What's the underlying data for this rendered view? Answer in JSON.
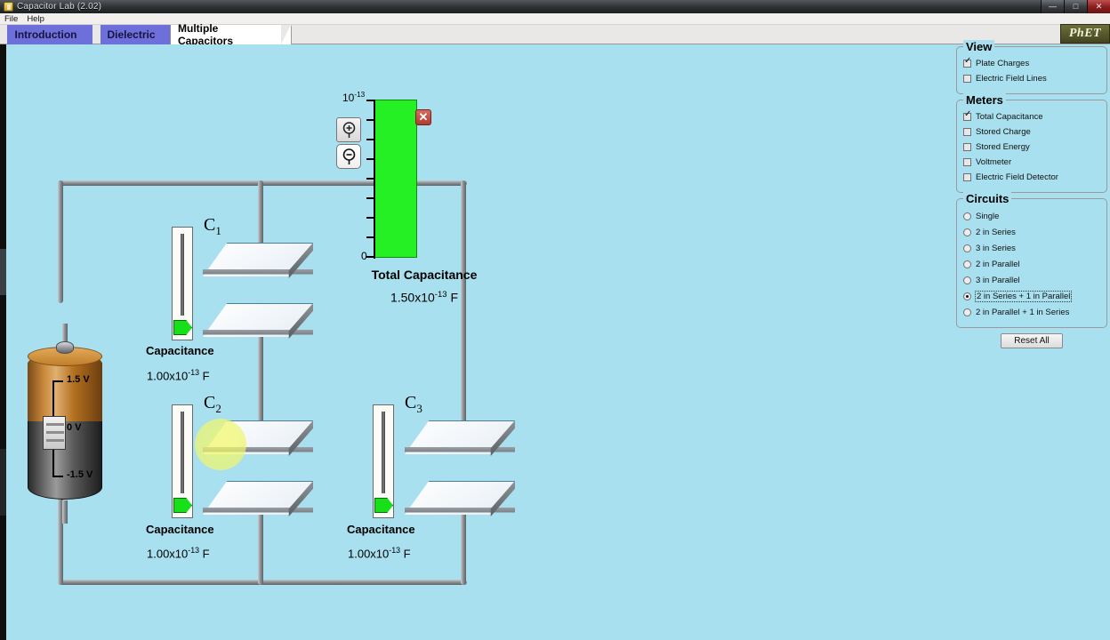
{
  "window": {
    "title": "Capacitor Lab (2.02)",
    "icon": "app-icon",
    "minimize": "—",
    "maximize": "□",
    "close": "✕"
  },
  "menubar": {
    "items": [
      "File",
      "Help"
    ]
  },
  "tabs": [
    {
      "label": "Introduction",
      "active": false
    },
    {
      "label": "Dielectric",
      "active": false
    },
    {
      "label": "Multiple Capacitors",
      "active": true
    }
  ],
  "branding": {
    "logo": "PhET"
  },
  "battery": {
    "labels": {
      "top": "1.5 V",
      "middle": "0 V",
      "bottom": "-1.5 V"
    },
    "value": "0 V"
  },
  "meter": {
    "title": "Total Capacitance",
    "readout": "1.50x10",
    "readout_exp": "-13",
    "readout_unit": "F",
    "axis_top": "10",
    "axis_top_exp": "-13",
    "axis_zero": "0",
    "zoom_in": "zoom-in",
    "zoom_out": "zoom-out",
    "close": "✕",
    "fill_color": "#24f024",
    "fill_fraction": 1.0
  },
  "capacitors": [
    {
      "name": "C",
      "subscript": "1",
      "label": "Capacitance",
      "value": "1.00x10",
      "value_exp": "-13",
      "unit": "F"
    },
    {
      "name": "C",
      "subscript": "2",
      "label": "Capacitance",
      "value": "1.00x10",
      "value_exp": "-13",
      "unit": "F"
    },
    {
      "name": "C",
      "subscript": "3",
      "label": "Capacitance",
      "value": "1.00x10",
      "value_exp": "-13",
      "unit": "F"
    }
  ],
  "panel": {
    "view": {
      "title": "View",
      "items": [
        {
          "label": "Plate Charges",
          "checked": true
        },
        {
          "label": "Electric Field Lines",
          "checked": false
        }
      ]
    },
    "meters": {
      "title": "Meters",
      "items": [
        {
          "label": "Total Capacitance",
          "checked": true
        },
        {
          "label": "Stored Charge",
          "checked": false
        },
        {
          "label": "Stored Energy",
          "checked": false
        },
        {
          "label": "Voltmeter",
          "checked": false
        },
        {
          "label": "Electric Field Detector",
          "checked": false
        }
      ]
    },
    "circuits": {
      "title": "Circuits",
      "items": [
        {
          "label": "Single",
          "selected": false
        },
        {
          "label": "2 in Series",
          "selected": false
        },
        {
          "label": "3 in Series",
          "selected": false
        },
        {
          "label": "2 in Parallel",
          "selected": false
        },
        {
          "label": "3 in Parallel",
          "selected": false
        },
        {
          "label": "2 in Series + 1 in Parallel",
          "selected": true
        },
        {
          "label": "2 in Parallel + 1 in Series",
          "selected": false
        }
      ]
    },
    "reset": "Reset All"
  },
  "colors": {
    "stage_background": "#a8e0ef",
    "tab_inactive": "#6f6fdb",
    "meter_green": "#24f024",
    "slider_handle": "#18e018"
  }
}
